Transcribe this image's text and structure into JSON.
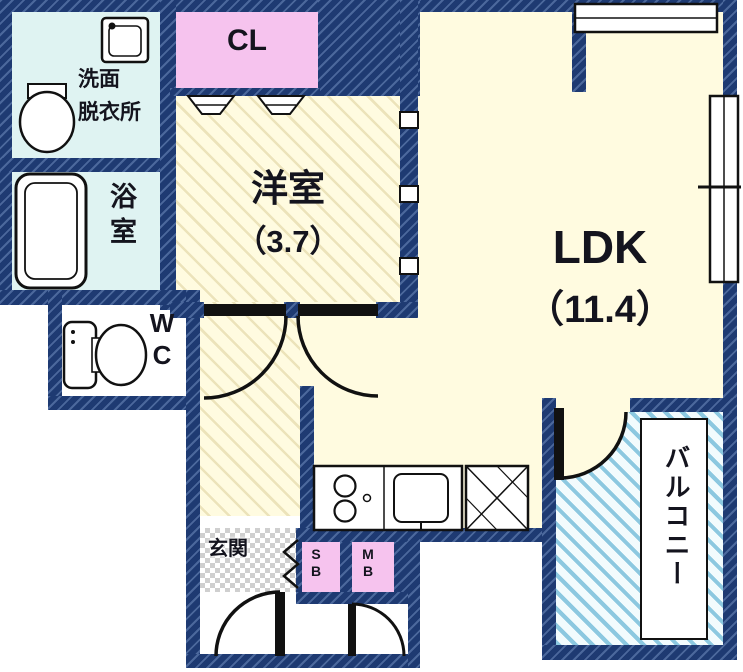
{
  "colors": {
    "wall": "#1e3a72",
    "floor_cream": "#fffbe0",
    "floor_stripe": "#ece3ba",
    "water_cyan": "#dff3f2",
    "closet_pink": "#f6c3ee",
    "balcony_blue": "#8cc8e0"
  },
  "rooms": {
    "washroom": {
      "line1": "洗面",
      "line2": "脱衣所"
    },
    "closet": {
      "label": "CL"
    },
    "bath": {
      "label": "浴室"
    },
    "western": {
      "name": "洋室",
      "size": "（3.7）"
    },
    "ldk": {
      "name": "LDK",
      "size": "（11.4）"
    },
    "wc": {
      "label": "WC"
    },
    "entrance": {
      "label": "玄関"
    },
    "shoebox": {
      "label": "SB"
    },
    "meterbox": {
      "label": "MB"
    },
    "balcony": {
      "label": "バルコニー"
    }
  }
}
